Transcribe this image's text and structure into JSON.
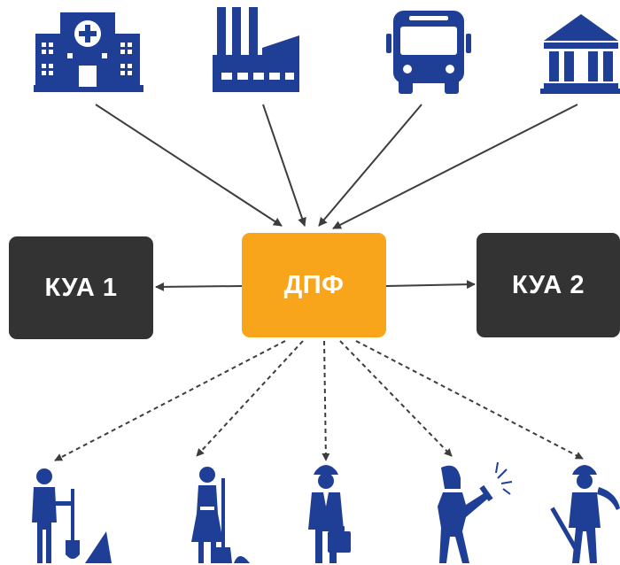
{
  "center": {
    "label": "ДПФ"
  },
  "left_box": {
    "label": "КУА 1"
  },
  "right_box": {
    "label": "КУА 2"
  },
  "contributors": [
    {
      "icon": "hospital-icon"
    },
    {
      "icon": "factory-icon"
    },
    {
      "icon": "bus-icon"
    },
    {
      "icon": "bank-building-icon"
    }
  ],
  "workers": [
    {
      "icon": "worker-shovel-icon"
    },
    {
      "icon": "cleaner-broom-icon"
    },
    {
      "icon": "businessman-helmet-icon"
    },
    {
      "icon": "welder-icon"
    },
    {
      "icon": "miner-pickaxe-icon"
    }
  ],
  "colors": {
    "icon_blue": "#1F3F96",
    "center_orange": "#F9A51B",
    "box_dark": "#333333",
    "arrow": "#3d3d3d"
  }
}
